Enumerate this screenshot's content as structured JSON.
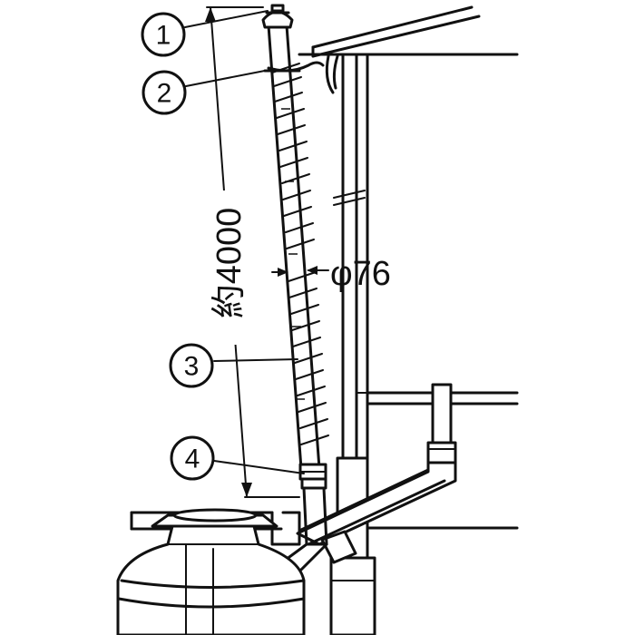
{
  "callouts": [
    {
      "id": "1",
      "label": "1"
    },
    {
      "id": "2",
      "label": "2"
    },
    {
      "id": "3",
      "label": "3"
    },
    {
      "id": "4",
      "label": "4"
    }
  ],
  "dimensions": {
    "length": "約4000",
    "diameter": "φ76"
  }
}
